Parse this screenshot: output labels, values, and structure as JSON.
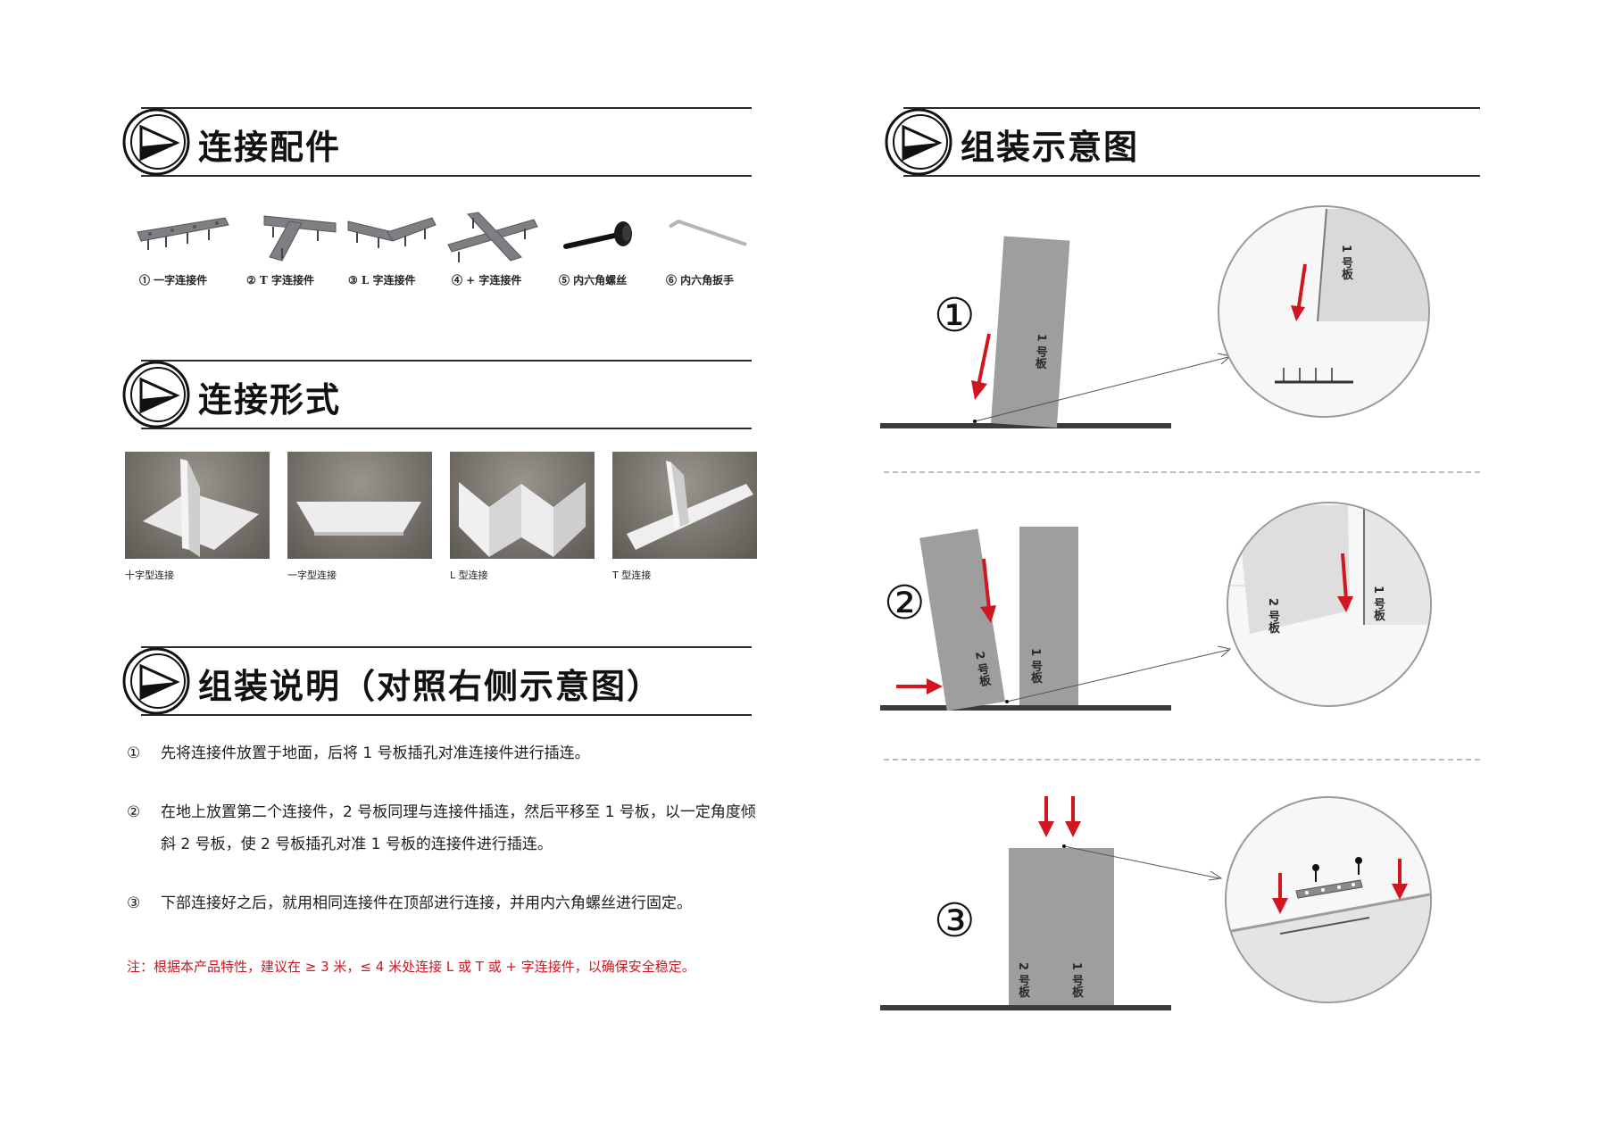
{
  "sections": {
    "parts_title": "连接配件",
    "forms_title": "连接形式",
    "instructions_title": "组装说明（对照右侧示意图）",
    "diagram_title": "组装示意图"
  },
  "parts": [
    {
      "label": "① 一字连接件",
      "icon": "straight-connector-icon"
    },
    {
      "label": "② T 字连接件",
      "icon": "t-connector-icon"
    },
    {
      "label": "③ L 字连接件",
      "icon": "l-connector-icon"
    },
    {
      "label": "④ + 字连接件",
      "icon": "cross-connector-icon"
    },
    {
      "label": "⑤ 内六角螺丝",
      "icon": "hex-screw-icon"
    },
    {
      "label": "⑥ 内六角扳手",
      "icon": "hex-key-icon"
    }
  ],
  "forms": [
    {
      "label": "十字型连接"
    },
    {
      "label": "一字型连接"
    },
    {
      "label": "L 型连接"
    },
    {
      "label": "T 型连接"
    }
  ],
  "steps": [
    {
      "num": "①",
      "text": "先将连接件放置于地面，后将 1 号板插孔对准连接件进行插连。"
    },
    {
      "num": "②",
      "text": "在地上放置第二个连接件，2 号板同理与连接件插连，然后平移至 1 号板，以一定角度倾斜 2 号板，使 2 号板插孔对准 1 号板的连接件进行插连。"
    },
    {
      "num": "③",
      "text": "下部连接好之后，就用相同连接件在顶部进行连接，并用内六角螺丝进行固定。"
    }
  ],
  "note": "注：根据本产品特性，建议在 ≥ 3 米，≤ 4 米处连接 L 或 T 或 + 字连接件，以确保安全稳定。",
  "diagram": {
    "step_nums": [
      "①",
      "②",
      "③"
    ],
    "board1": "1 号板",
    "board2": "2 号板"
  },
  "colors": {
    "arrow": "#d0161f",
    "panel": "#9e9e9e",
    "ground": "#3b3b3f"
  }
}
